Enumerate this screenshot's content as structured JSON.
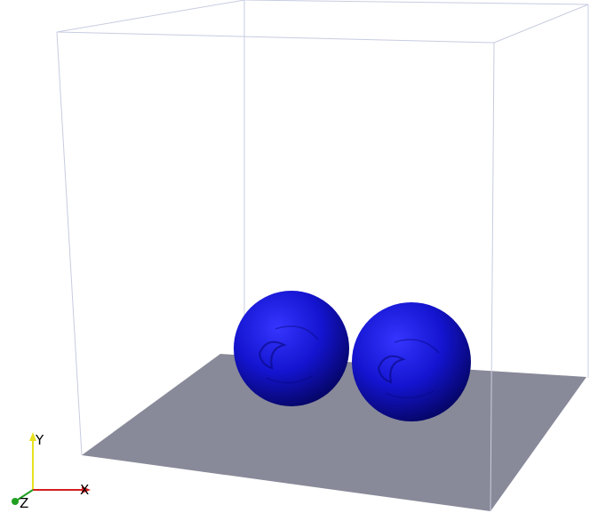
{
  "scene": {
    "background": "#ffffff",
    "bounding_box_color": "#c8cce0",
    "floor_color": "#888a99",
    "sphere_color": "#0f0fc8",
    "sphere_count": 2
  },
  "axes_triad": {
    "x_label": "X",
    "y_label": "Y",
    "z_label": "Z",
    "x_color": "#d42020",
    "y_color": "#e8e020",
    "z_color": "#20a020"
  }
}
